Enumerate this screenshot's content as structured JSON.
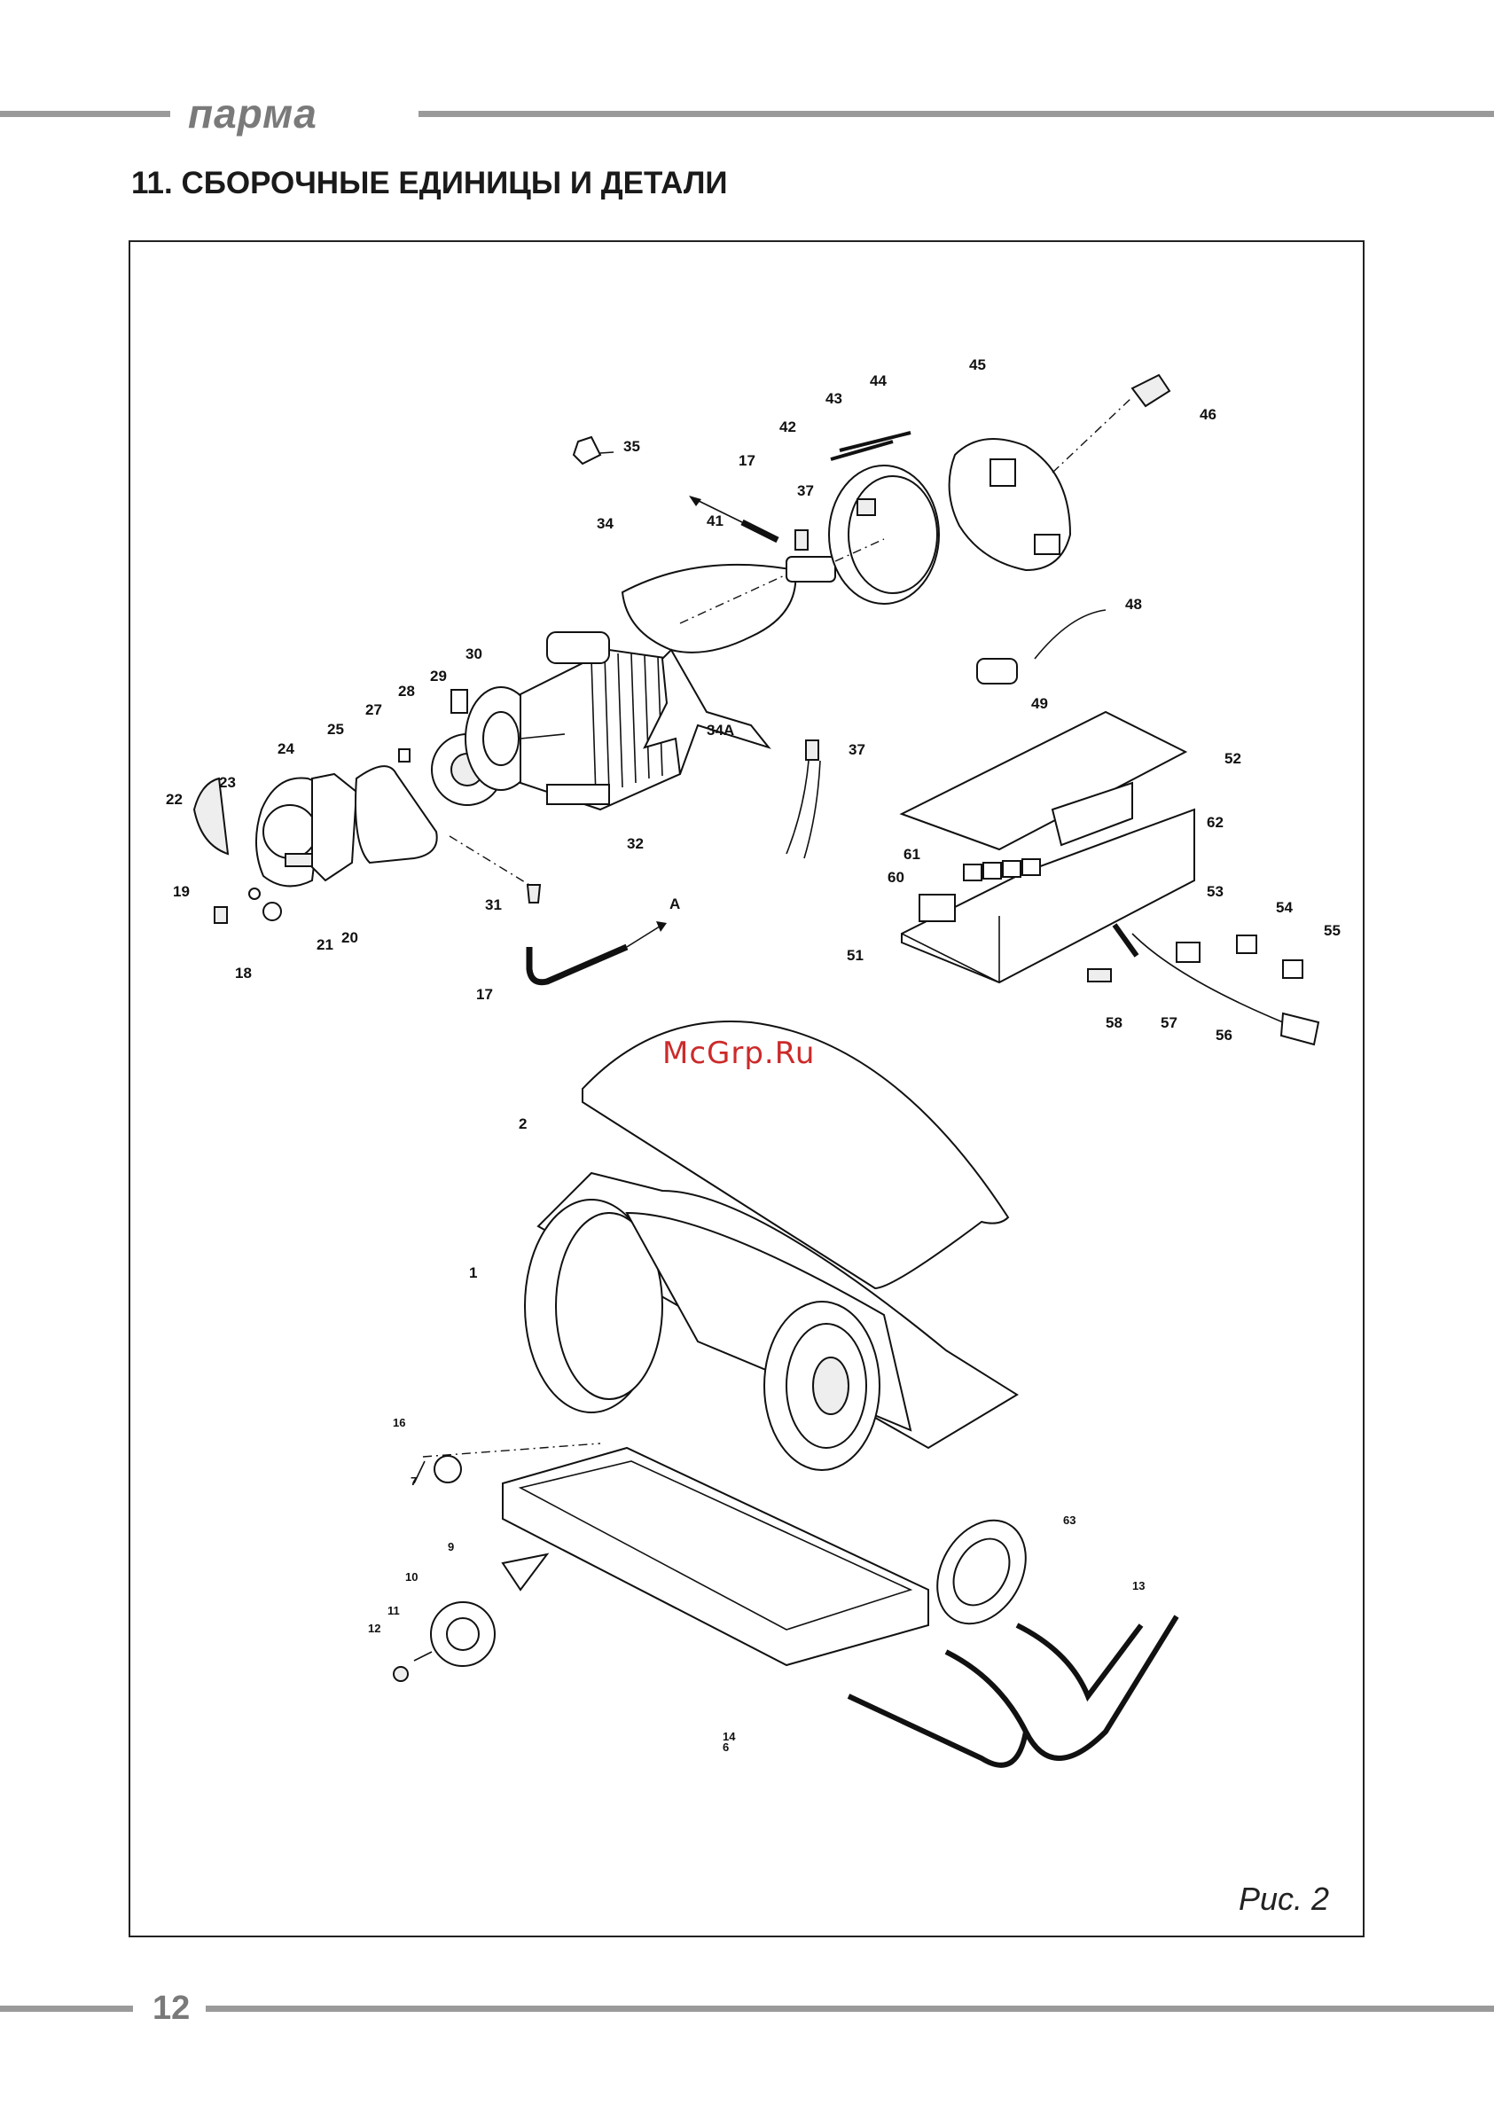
{
  "header": {
    "brand": "парма"
  },
  "heading": "11. СБОРОЧНЫЕ ЕДИНИЦЫ И ДЕТАЛИ",
  "figure": {
    "caption": "Рис. 2",
    "watermark": "McGrp.Ru",
    "part_labels": [
      "1",
      "2",
      "6",
      "7",
      "9",
      "10",
      "11",
      "12",
      "13",
      "14",
      "16",
      "17",
      "18",
      "19",
      "20",
      "21",
      "22",
      "23",
      "24",
      "25",
      "27",
      "28",
      "29",
      "30",
      "31",
      "32",
      "34",
      "34A",
      "35",
      "37",
      "41",
      "42",
      "43",
      "44",
      "45",
      "46",
      "48",
      "49",
      "51",
      "52",
      "53",
      "54",
      "55",
      "56",
      "57",
      "58",
      "60",
      "61",
      "62",
      "63",
      "A"
    ]
  },
  "footer": {
    "page_number": "12"
  }
}
